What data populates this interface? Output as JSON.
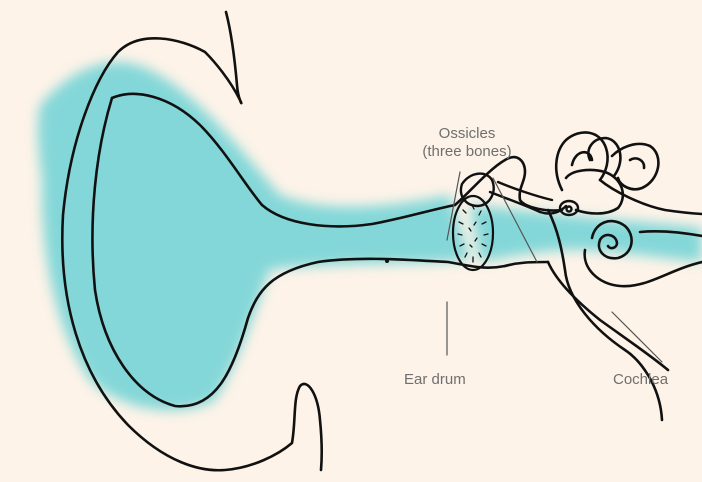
{
  "diagram": {
    "labels": {
      "ossicles_line1": "Ossicles",
      "ossicles_line2": "(three bones)",
      "ear_drum": "Ear drum",
      "cochlea": "Cochlea"
    },
    "colors": {
      "background": "#fdf3e8",
      "canal_fill": "#6fd3d6",
      "outline": "#111111",
      "leader_line": "#555555",
      "label_text": "#6f6f6f"
    }
  }
}
